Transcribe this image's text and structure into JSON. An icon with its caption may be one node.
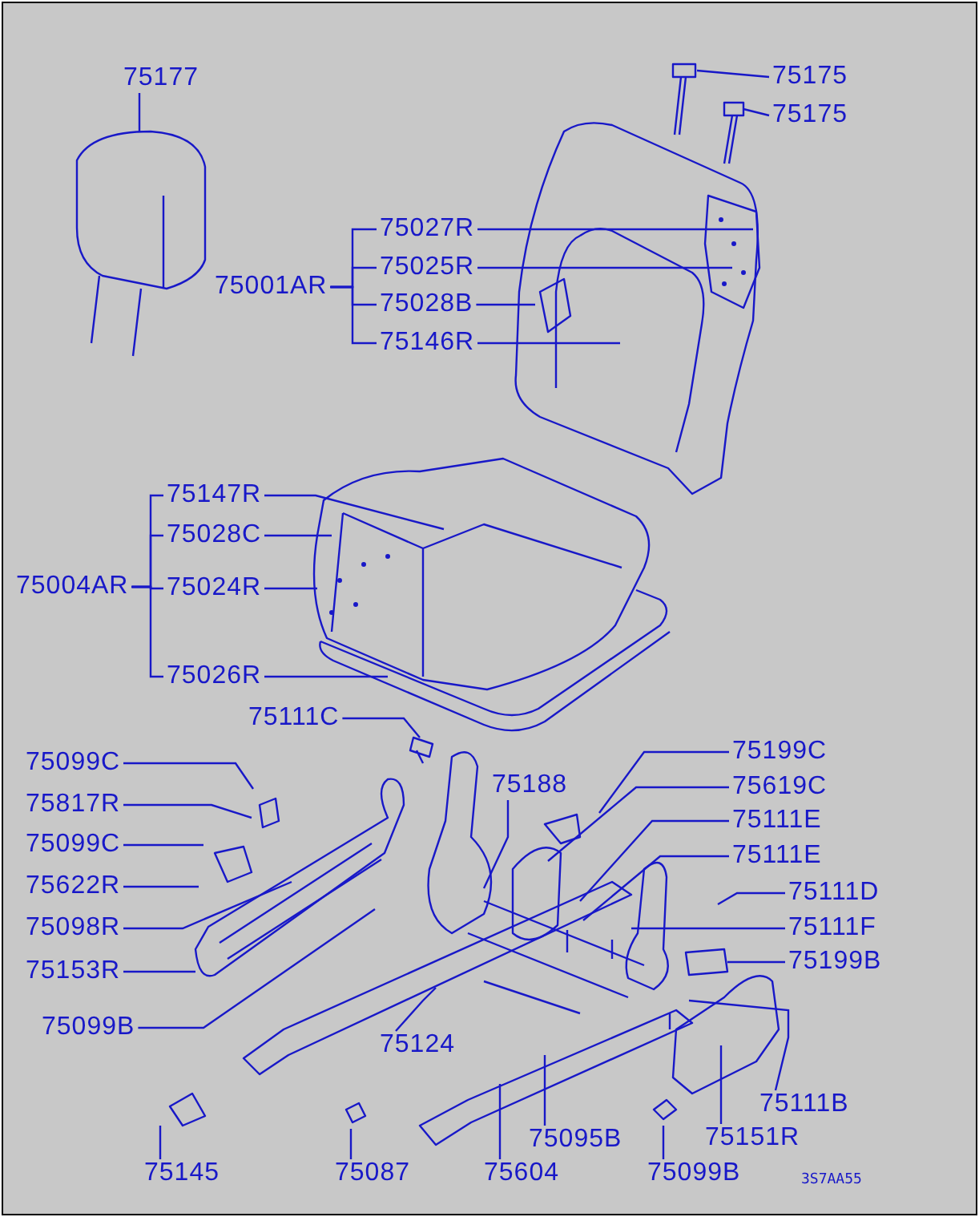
{
  "diagram": {
    "nodes": [
      {
        "text": [
          "75177"
        ]
      },
      {
        "text": [
          "75175"
        ]
      },
      {
        "text": [
          "75175"
        ]
      },
      {
        "text": [
          "75001AR"
        ]
      },
      {
        "text": [
          "75027R"
        ]
      },
      {
        "text": [
          "75025R"
        ]
      },
      {
        "text": [
          "75028B"
        ]
      },
      {
        "text": [
          "75146R"
        ]
      },
      {
        "text": [
          "75004AR"
        ]
      },
      {
        "text": [
          "75147R"
        ]
      },
      {
        "text": [
          "75028C"
        ]
      },
      {
        "text": [
          "75024R"
        ]
      },
      {
        "text": [
          "75026R"
        ]
      },
      {
        "text": [
          "75111C"
        ]
      },
      {
        "text": [
          "75199C"
        ]
      },
      {
        "text": [
          "75099C"
        ]
      },
      {
        "text": [
          "75817R"
        ]
      },
      {
        "text": [
          "75188"
        ]
      },
      {
        "text": [
          "75619C"
        ]
      },
      {
        "text": [
          "75099C"
        ]
      },
      {
        "text": [
          "75111E"
        ]
      },
      {
        "text": [
          "75622R"
        ]
      },
      {
        "text": [
          "75111E"
        ]
      },
      {
        "text": [
          "75111D"
        ]
      },
      {
        "text": [
          "75098R"
        ]
      },
      {
        "text": [
          "75111F"
        ]
      },
      {
        "text": [
          "75199B"
        ]
      },
      {
        "text": [
          "75153R"
        ]
      },
      {
        "text": [
          "75099B"
        ]
      },
      {
        "text": [
          "75124"
        ]
      },
      {
        "text": [
          "75111B"
        ]
      },
      {
        "text": [
          "75151R"
        ]
      },
      {
        "text": [
          "75095B"
        ]
      },
      {
        "text": [
          "75145"
        ]
      },
      {
        "text": [
          "75087"
        ]
      },
      {
        "text": [
          "75604"
        ]
      },
      {
        "text": [
          "75099B"
        ]
      }
    ],
    "edges": [
      {
        "from": 0,
        "to": null,
        "arrow": "none"
      },
      {
        "from": 1,
        "to": null,
        "arrow": "none"
      },
      {
        "from": 2,
        "to": null,
        "arrow": "none"
      },
      {
        "from": 3,
        "to": 4,
        "arrow": "none"
      },
      {
        "from": 3,
        "to": 5,
        "arrow": "none"
      },
      {
        "from": 3,
        "to": 6,
        "arrow": "none"
      },
      {
        "from": 3,
        "to": 7,
        "arrow": "none"
      },
      {
        "from": 4,
        "to": null,
        "arrow": "none"
      },
      {
        "from": 5,
        "to": null,
        "arrow": "none"
      },
      {
        "from": 6,
        "to": null,
        "arrow": "none"
      },
      {
        "from": 7,
        "to": null,
        "arrow": "none"
      },
      {
        "from": 8,
        "to": 9,
        "arrow": "none"
      },
      {
        "from": 8,
        "to": 10,
        "arrow": "none"
      },
      {
        "from": 8,
        "to": 11,
        "arrow": "none"
      },
      {
        "from": 8,
        "to": 12,
        "arrow": "none"
      },
      {
        "from": 9,
        "to": null,
        "arrow": "none"
      },
      {
        "from": 10,
        "to": null,
        "arrow": "none"
      },
      {
        "from": 11,
        "to": null,
        "arrow": "none"
      },
      {
        "from": 12,
        "to": null,
        "arrow": "none"
      },
      {
        "from": 13,
        "to": null,
        "arrow": "none"
      },
      {
        "from": 14,
        "to": null,
        "arrow": "none"
      },
      {
        "from": 15,
        "to": null,
        "arrow": "none"
      },
      {
        "from": 16,
        "to": null,
        "arrow": "none"
      },
      {
        "from": 17,
        "to": null,
        "arrow": "none"
      },
      {
        "from": 18,
        "to": null,
        "arrow": "none"
      },
      {
        "from": 19,
        "to": null,
        "arrow": "none"
      },
      {
        "from": 20,
        "to": null,
        "arrow": "none"
      },
      {
        "from": 21,
        "to": null,
        "arrow": "none"
      },
      {
        "from": 22,
        "to": null,
        "arrow": "none"
      },
      {
        "from": 23,
        "to": null,
        "arrow": "none"
      },
      {
        "from": 24,
        "to": null,
        "arrow": "none"
      },
      {
        "from": 25,
        "to": null,
        "arrow": "none"
      },
      {
        "from": 26,
        "to": null,
        "arrow": "none"
      },
      {
        "from": 27,
        "to": null,
        "arrow": "none"
      },
      {
        "from": 28,
        "to": null,
        "arrow": "none"
      },
      {
        "from": 29,
        "to": null,
        "arrow": "none"
      },
      {
        "from": 30,
        "to": null,
        "arrow": "none"
      },
      {
        "from": 31,
        "to": null,
        "arrow": "none"
      },
      {
        "from": 32,
        "to": null,
        "arrow": "none"
      },
      {
        "from": 33,
        "to": null,
        "arrow": "none"
      },
      {
        "from": 34,
        "to": null,
        "arrow": "none"
      },
      {
        "from": 35,
        "to": null,
        "arrow": "none"
      },
      {
        "from": 36,
        "to": null,
        "arrow": "none"
      }
    ],
    "labels": [
      "3S7AA55"
    ]
  }
}
